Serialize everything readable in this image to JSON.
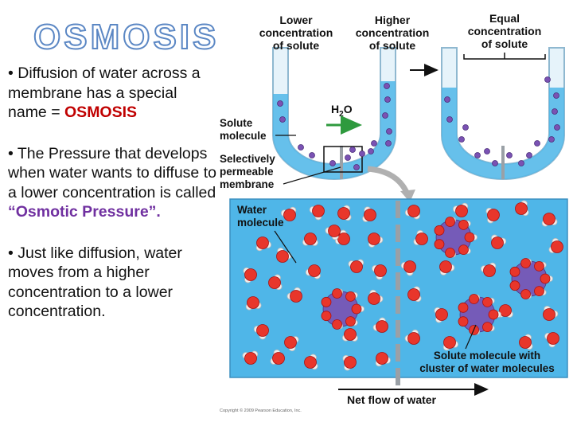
{
  "title": "OSMOSIS",
  "bullets": {
    "b1_text": "• Diffusion of water across a membrane has a special name = ",
    "b1_highlight": "OSMOSIS",
    "b2_text": "• The Pressure that develops when water wants to diffuse to a lower concentration is called ",
    "b2_highlight": "“Osmotic Pressure”.",
    "b3_text": "• Just like diffusion, water moves from a higher concentration to a lower concentration."
  },
  "diagram": {
    "label_lower": [
      "Lower",
      "concentration",
      "of solute"
    ],
    "label_higher": [
      "Higher",
      "concentration",
      "of solute"
    ],
    "label_equal": [
      "Equal",
      "concentration",
      "of solute"
    ],
    "label_h2o": "H",
    "label_h2o_sub": "2",
    "label_h2o_end": "O",
    "label_solute": [
      "Solute",
      "molecule"
    ],
    "label_membrane": [
      "Selectively",
      "permeable",
      "membrane"
    ],
    "label_water": [
      "Water",
      "molecule"
    ],
    "label_cluster": [
      "Solute molecule with",
      "cluster of water molecules"
    ],
    "label_netflow": "Net flow of water",
    "copyright": "Copyright © 2009 Pearson Education, Inc.",
    "colors": {
      "water": "#4fb6e8",
      "water_light": "#bfe6f7",
      "solute": "#7a52b3",
      "oxygen": "#e8362b",
      "hydrogen": "#eeeeee",
      "membrane": "#9aa0a6"
    }
  }
}
